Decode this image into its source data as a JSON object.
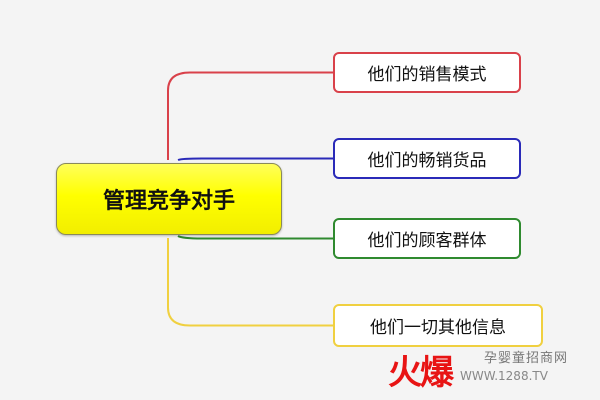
{
  "diagram": {
    "center": {
      "label": "管理竞争对手",
      "fill": "#ffff00"
    },
    "branches": [
      {
        "label": "他们的销售模式",
        "color": "#d9414a"
      },
      {
        "label": "他们的畅销货品",
        "color": "#2a2ab8"
      },
      {
        "label": "他们的顾客群体",
        "color": "#2f8a2f"
      },
      {
        "label": "他们一切其他信息",
        "color": "#f0d040"
      }
    ]
  },
  "watermark": {
    "logo": "火爆",
    "title": "孕婴童招商网",
    "url": "WWW.1288.TV",
    "color": "#e81414"
  }
}
